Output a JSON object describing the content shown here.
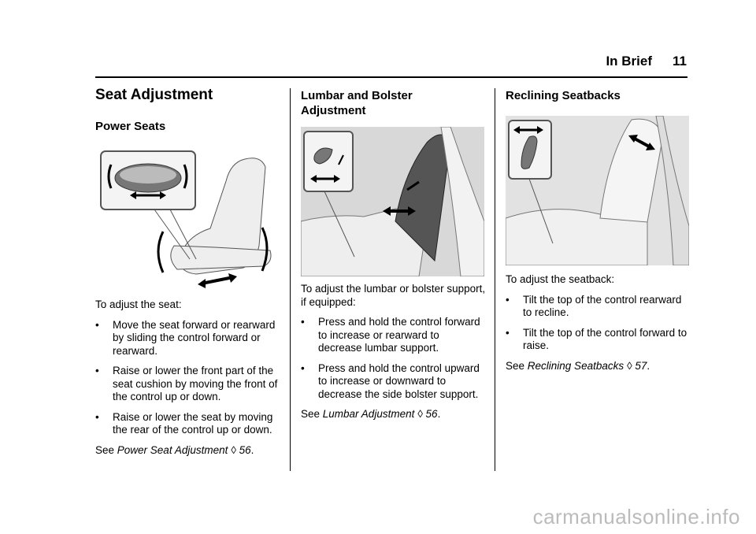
{
  "header": {
    "section": "In Brief",
    "page": "11"
  },
  "col1": {
    "title": "Seat Adjustment",
    "subtitle": "Power Seats",
    "intro": "To adjust the seat:",
    "bullets": [
      "Move the seat forward or rearward by sliding the control forward or rearward.",
      "Raise or lower the front part of the seat cushion by moving the front of the control up or down.",
      "Raise or lower the seat by moving the rear of the control up or down."
    ],
    "see_prefix": "See ",
    "see_ref": "Power Seat Adjustment",
    "see_page": "56",
    "see_suffix": "."
  },
  "col2": {
    "title": "Lumbar and Bolster Adjustment",
    "intro": "To adjust the lumbar or bolster support, if equipped:",
    "bullets": [
      "Press and hold the control forward to increase or rearward to decrease lumbar support.",
      "Press and hold the control upward to increase or downward to decrease the side bolster support."
    ],
    "see_prefix": "See ",
    "see_ref": "Lumbar Adjustment",
    "see_page": "56",
    "see_suffix": "."
  },
  "col3": {
    "title": "Reclining Seatbacks",
    "intro": "To adjust the seatback:",
    "bullets": [
      "Tilt the top of the control rearward to recline.",
      "Tilt the top of the control forward to raise."
    ],
    "see_prefix": "See ",
    "see_ref": "Reclining Seatbacks",
    "see_page": "57",
    "see_suffix": "."
  },
  "symbols": {
    "bullet": "•",
    "page_ref": "◊"
  },
  "footer": "carmanualsonline.info"
}
